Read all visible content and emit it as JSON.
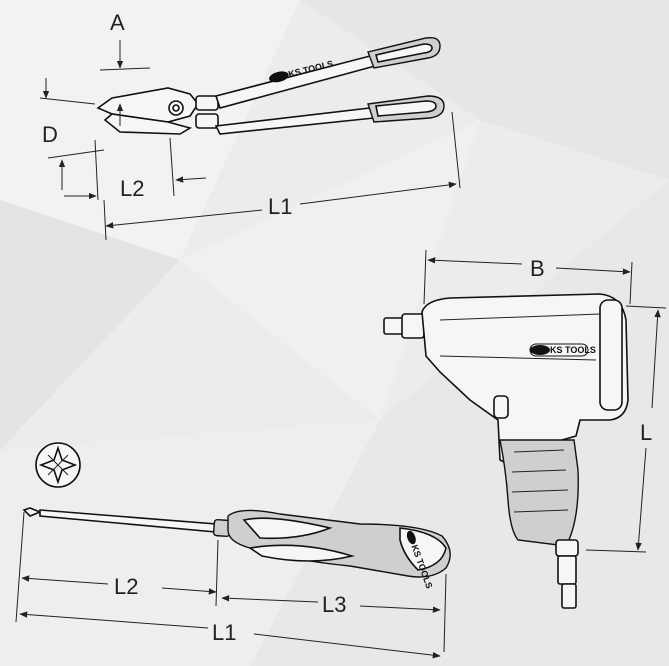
{
  "bolt_cutter": {
    "labels": {
      "a": "A",
      "d": "D",
      "l1": "L1",
      "l2": "L2"
    },
    "logo": "KS TOOLS"
  },
  "impact_wrench": {
    "labels": {
      "b": "B",
      "l": "L"
    },
    "logo": "KS TOOLS"
  },
  "screwdriver": {
    "labels": {
      "l1": "L1",
      "l2": "L2",
      "l3": "L3"
    },
    "logo": "KS TOOLS"
  },
  "colors": {
    "line": "#222222",
    "background": "#ececec"
  }
}
